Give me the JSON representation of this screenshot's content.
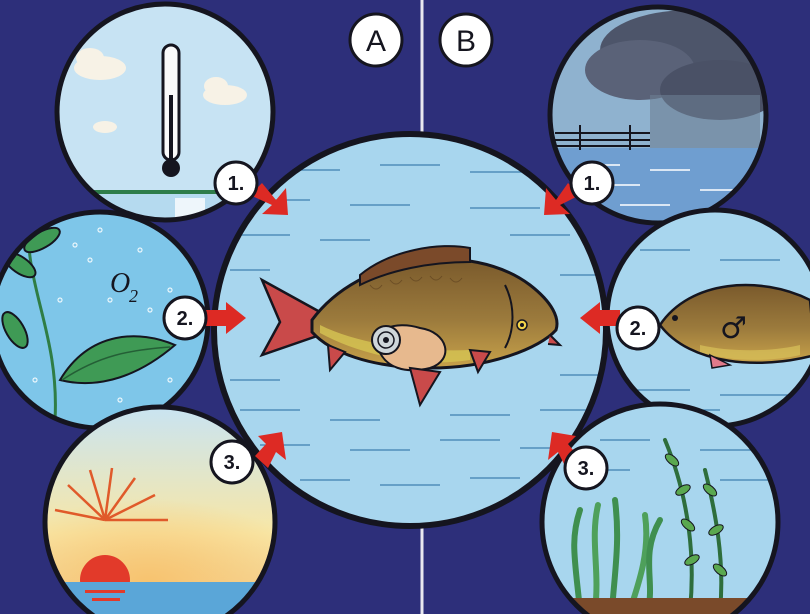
{
  "columns": {
    "left_label": "A",
    "right_label": "B"
  },
  "left_factors": [
    {
      "number": "1.",
      "icon": "thermometer-icon"
    },
    {
      "number": "2.",
      "icon": "oxygen-plant-icon",
      "symbol": "O",
      "subscript": "2"
    },
    {
      "number": "3.",
      "icon": "sunset-icon"
    }
  ],
  "right_factors": [
    {
      "number": "1.",
      "icon": "storm-cloud-icon"
    },
    {
      "number": "2.",
      "icon": "male-fish-icon",
      "symbol": "♂"
    },
    {
      "number": "3.",
      "icon": "water-plant-icon"
    }
  ],
  "center": {
    "icon": "spawning-carp-icon"
  },
  "colors": {
    "background": "#2d2f7a",
    "water": "#a8d6ee",
    "outline": "#15151f",
    "arrow": "#dd2a24",
    "label_bg": "#ffffff"
  }
}
